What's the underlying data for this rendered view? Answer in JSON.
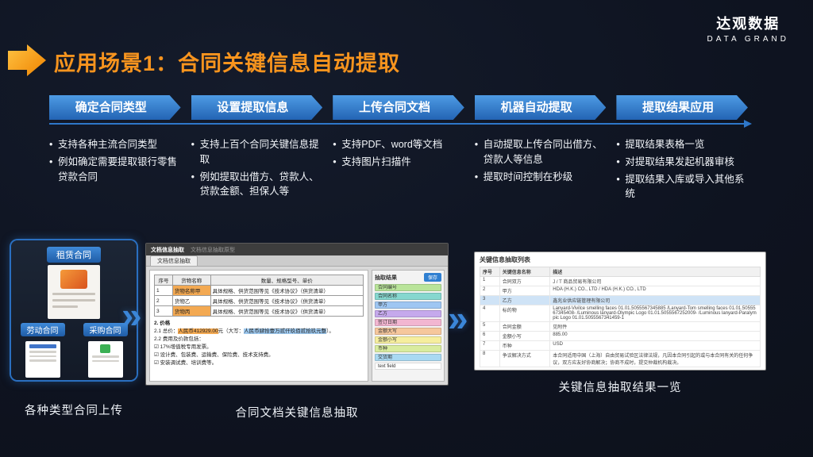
{
  "theme": {
    "bg": "#0e1320",
    "accent_orange": "#f7941e",
    "banner_blue": "#2e77c9"
  },
  "logo": {
    "name": "达观数据",
    "subtitle": "DATA GRAND"
  },
  "header": {
    "title": "应用场景1：合同关键信息自动提取"
  },
  "chevron_glyph": "»",
  "steps": [
    {
      "label": "确定合同类型",
      "bullets": [
        "支持各种主流合同类型",
        "例如确定需要提取银行零售贷款合同"
      ]
    },
    {
      "label": "设置提取信息",
      "bullets": [
        "支持上百个合同关键信息提取",
        "例如提取出借方、贷款人、贷款金额、担保人等"
      ]
    },
    {
      "label": "上传合同文档",
      "bullets": [
        "支持PDF、word等文档",
        "支持图片扫描件"
      ]
    },
    {
      "label": "机器自动提取",
      "bullets": [
        "自动提取上传合同出借方、贷款人等信息",
        "提取时间控制在秒级"
      ]
    },
    {
      "label": "提取结果应用",
      "bullets": [
        "提取结果表格一览",
        "对提取结果发起机器审核",
        "提取结果入库或导入其他系统"
      ]
    }
  ],
  "showcase": {
    "upload": {
      "caption": "各种类型合同上传",
      "tag_top": "租赁合同",
      "tag_left": "劳动合同",
      "tag_right": "采购合同"
    },
    "extract": {
      "caption": "合同文档关键信息抽取",
      "window_title": "文档信息抽取",
      "window_subtitle": "文档信息抽取原型",
      "tab": "文档信息抽取",
      "doc_table": {
        "headers": [
          "序号",
          "货物名称",
          "数量、规格型号、单价"
        ],
        "rows": [
          {
            "no": "1",
            "name": "货物名称甲",
            "desc": "具体规格、供货范围等见《技术协议》（供货清单）"
          },
          {
            "no": "2",
            "name": "货物乙",
            "desc": "具体规格、供货范围等见《技术协议》（供货清单）"
          },
          {
            "no": "3",
            "name": "货物丙",
            "desc": "具体规格、供货范围等见《技术协议》（供货清单）"
          }
        ]
      },
      "clauses": {
        "heading": "2. 价格",
        "price_prefix": "2.1 总价：",
        "price_hl1": "人民币412929.00",
        "price_mid": "元（大写：",
        "price_hl2": "人民币肆拾壹万贰仟玖佰贰拾玖元整",
        "price_suffix": "）。",
        "fee_line": "2.2 费用及价款包括：",
        "checks": [
          "☑ 17%增值税专用发票。",
          "☑ 设计费、包装费、运输费、保险费、技术支持费。",
          "☑ 安装调试费、培训费等。"
        ]
      },
      "panel": {
        "title": "抽取结果",
        "button": "保存",
        "items": [
          {
            "label": "合同编号",
            "color": "#b9e49a"
          },
          {
            "label": "合同名称",
            "color": "#86d7cf"
          },
          {
            "label": "甲方",
            "color": "#9ec6f2"
          },
          {
            "label": "乙方",
            "color": "#c5a9ec"
          },
          {
            "label": "签订日期",
            "color": "#f2b6d1"
          },
          {
            "label": "金额大写",
            "color": "#f6c79c"
          },
          {
            "label": "金额小写",
            "color": "#f6ee9e"
          },
          {
            "label": "币种",
            "color": "#d9ec9f"
          },
          {
            "label": "交货期",
            "color": "#a9d9f2"
          },
          {
            "label": "text field",
            "color": "#ffffff"
          }
        ]
      }
    },
    "result": {
      "caption": "关键信息抽取结果一览",
      "title": "关键信息抽取列表",
      "headers": [
        "序号",
        "关键信息名称",
        "描述"
      ],
      "rows": [
        {
          "no": "1",
          "name": "合同双方",
          "desc": "J / T 商品贸易有限公司"
        },
        {
          "no": "2",
          "name": "甲方",
          "desc": "HDA (H.K.) CO., LTD / HDA (H.K.) CO., LTD"
        },
        {
          "no": "3",
          "name": "乙方",
          "desc": "鑫兆业供应链管理有限公司"
        },
        {
          "no": "4",
          "name": "标的物",
          "desc": "Lanyard-Vivilce smelling faces 01.01.5055567345885 /Lanyard-Tom smelling faces 01.01.5055567345408- /Luminous lanyard-Olympic Logo 01.01.5055567252009- /Luminous lanyard-Paralympic Logo 01.01.5055567341459-1"
        },
        {
          "no": "5",
          "name": "合同金额",
          "desc": "见附件"
        },
        {
          "no": "6",
          "name": "金额小写",
          "desc": "885.00"
        },
        {
          "no": "7",
          "name": "币种",
          "desc": "USD"
        },
        {
          "no": "8",
          "name": "争议解决方式",
          "desc": "本合同适用中国（上海）自由贸易试验区法律法规，凡因本合同引起的或与本合同有关的任何争议，双方应友好协商解决；协商不成时，提交仲裁机构裁决。"
        }
      ]
    }
  }
}
